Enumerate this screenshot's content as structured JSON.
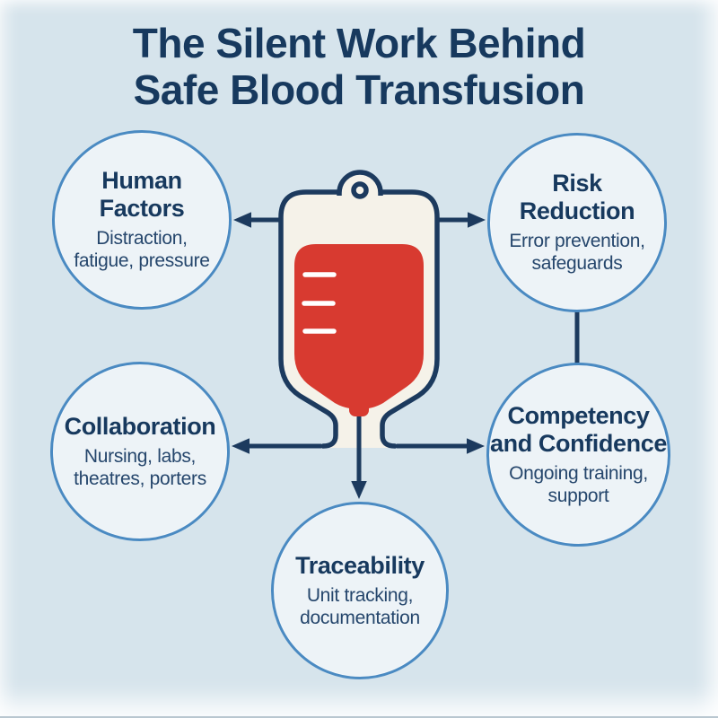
{
  "title": "The Silent Work Behind\nSafe Blood Transfusion",
  "center": {
    "icon": "blood-bag-icon"
  },
  "nodes": [
    {
      "id": "human-factors",
      "title": "Human\nFactors",
      "subtitle": "Distraction,\nfatigue, pressure"
    },
    {
      "id": "risk-reduction",
      "title": "Risk\nReduction",
      "subtitle": "Error prevention,\nsafeguards"
    },
    {
      "id": "collaboration",
      "title": "Collaboration",
      "subtitle": "Nursing, labs,\ntheatres, porters"
    },
    {
      "id": "competency",
      "title": "Competency\nand Confidence",
      "subtitle": "Ongoing training,\nsupport"
    },
    {
      "id": "traceability",
      "title": "Traceability",
      "subtitle": "Unit tracking,\ndocumentation"
    }
  ],
  "colors": {
    "background": "#d6e4ec",
    "navy": "#1c3a5e",
    "red": "#d83a30",
    "circle_border": "#4a8ac2",
    "circle_fill": "#edf3f7",
    "bag_fill": "#f5f2e9",
    "title_text": "#17395e",
    "subtitle_text": "#25466c"
  }
}
